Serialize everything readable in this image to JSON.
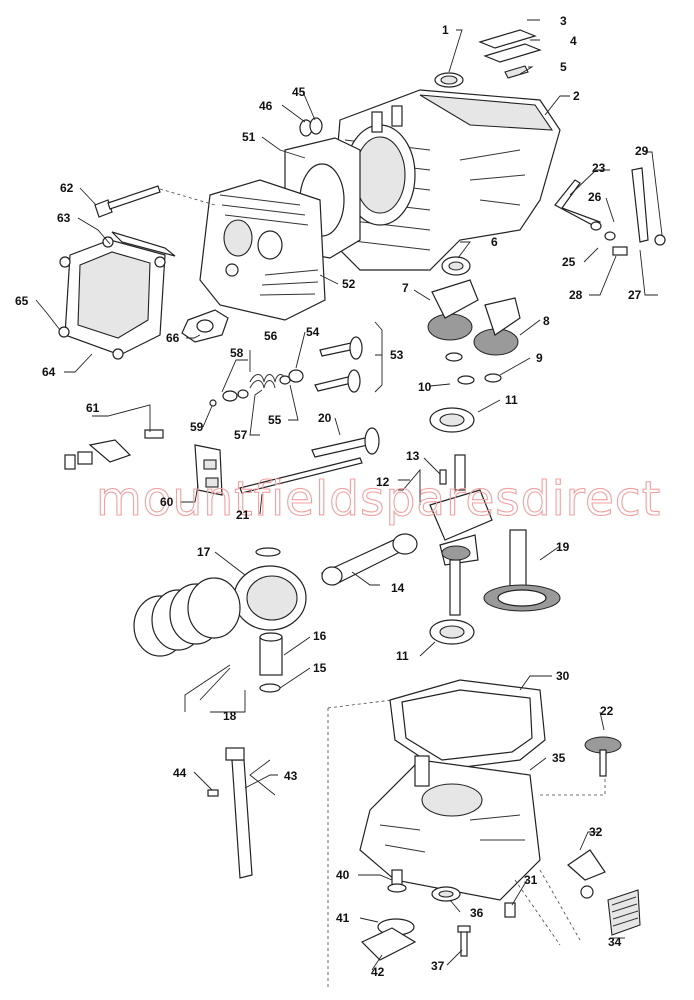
{
  "watermark": "mountfieldsparesdirect",
  "colors": {
    "line": "#222222",
    "watermark": "#f2a0a0",
    "background": "#ffffff"
  },
  "callouts": [
    {
      "id": "c1",
      "text": "1"
    },
    {
      "id": "c2",
      "text": "2"
    },
    {
      "id": "c3",
      "text": "3"
    },
    {
      "id": "c4",
      "text": "4"
    },
    {
      "id": "c5",
      "text": "5"
    },
    {
      "id": "c6",
      "text": "6"
    },
    {
      "id": "c7",
      "text": "7"
    },
    {
      "id": "c8",
      "text": "8"
    },
    {
      "id": "c9",
      "text": "9"
    },
    {
      "id": "c10",
      "text": "10"
    },
    {
      "id": "c11a",
      "text": "11"
    },
    {
      "id": "c11b",
      "text": "11"
    },
    {
      "id": "c12",
      "text": "12"
    },
    {
      "id": "c13",
      "text": "13"
    },
    {
      "id": "c14",
      "text": "14"
    },
    {
      "id": "c15",
      "text": "15"
    },
    {
      "id": "c16",
      "text": "16"
    },
    {
      "id": "c17",
      "text": "17"
    },
    {
      "id": "c18",
      "text": "18"
    },
    {
      "id": "c19",
      "text": "19"
    },
    {
      "id": "c20",
      "text": "20"
    },
    {
      "id": "c21",
      "text": "21"
    },
    {
      "id": "c22",
      "text": "22"
    },
    {
      "id": "c23",
      "text": "23"
    },
    {
      "id": "c25",
      "text": "25"
    },
    {
      "id": "c26",
      "text": "26"
    },
    {
      "id": "c27",
      "text": "27"
    },
    {
      "id": "c28",
      "text": "28"
    },
    {
      "id": "c29",
      "text": "29"
    },
    {
      "id": "c30",
      "text": "30"
    },
    {
      "id": "c31",
      "text": "31"
    },
    {
      "id": "c32",
      "text": "32"
    },
    {
      "id": "c34",
      "text": "34"
    },
    {
      "id": "c35",
      "text": "35"
    },
    {
      "id": "c36",
      "text": "36"
    },
    {
      "id": "c37",
      "text": "37"
    },
    {
      "id": "c40",
      "text": "40"
    },
    {
      "id": "c41",
      "text": "41"
    },
    {
      "id": "c42",
      "text": "42"
    },
    {
      "id": "c43",
      "text": "43"
    },
    {
      "id": "c44",
      "text": "44"
    },
    {
      "id": "c45",
      "text": "45"
    },
    {
      "id": "c46",
      "text": "46"
    },
    {
      "id": "c51",
      "text": "51"
    },
    {
      "id": "c52",
      "text": "52"
    },
    {
      "id": "c53",
      "text": "53"
    },
    {
      "id": "c54",
      "text": "54"
    },
    {
      "id": "c55",
      "text": "55"
    },
    {
      "id": "c56",
      "text": "56"
    },
    {
      "id": "c57",
      "text": "57"
    },
    {
      "id": "c58",
      "text": "58"
    },
    {
      "id": "c59",
      "text": "59"
    },
    {
      "id": "c60",
      "text": "60"
    },
    {
      "id": "c61",
      "text": "61"
    },
    {
      "id": "c62",
      "text": "62"
    },
    {
      "id": "c63",
      "text": "63"
    },
    {
      "id": "c64",
      "text": "64"
    },
    {
      "id": "c65",
      "text": "65"
    },
    {
      "id": "c66",
      "text": "66"
    }
  ]
}
